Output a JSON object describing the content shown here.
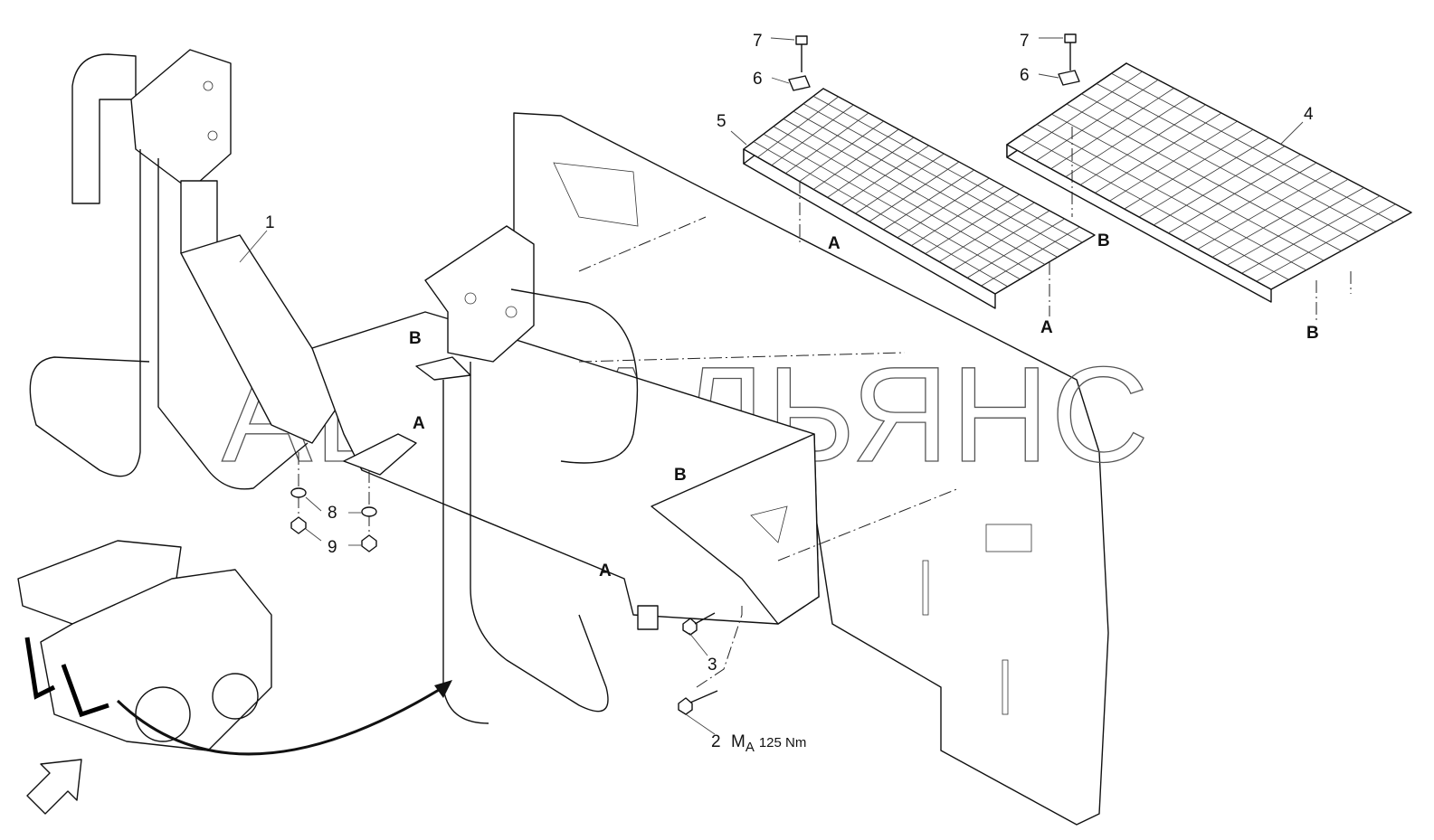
{
  "watermark": "АВТОАЛЬЯНС",
  "part_labels": {
    "p1": "1",
    "p2": "2",
    "p3": "3",
    "p4": "4",
    "p5": "5",
    "p6a": "6",
    "p6b": "6",
    "p7a": "7",
    "p7b": "7",
    "p8": "8",
    "p9": "9"
  },
  "torque": {
    "symbol": "M",
    "subscript": "A",
    "value": "125 Nm"
  },
  "reference_letters": {
    "a1": "A",
    "a2": "A",
    "a3": "A",
    "a4": "A",
    "b1": "B",
    "b2": "B",
    "b3": "B",
    "b4": "B"
  }
}
